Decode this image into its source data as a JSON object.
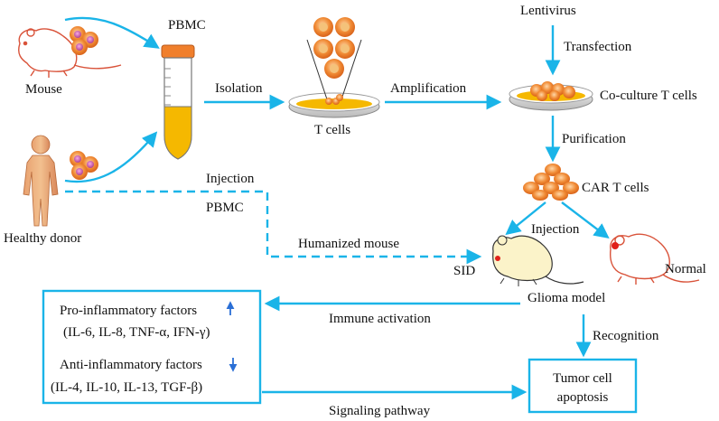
{
  "labels": {
    "pbmc": "PBMC",
    "mouse": "Mouse",
    "healthy_donor": "Healthy donor",
    "isolation": "Isolation",
    "t_cells": "T cells",
    "amplification": "Amplification",
    "lentivirus": "Lentivirus",
    "transfection": "Transfection",
    "co_culture": "Co-culture T cells",
    "purification": "Purification",
    "car_t_cells": "CAR T cells",
    "injection_left": "Injection",
    "pbmc_left": "PBMC",
    "humanized_mouse": "Humanized mouse",
    "injection_right": "Injection",
    "sid": "SID",
    "normal": "Normal",
    "glioma_model": "Glioma model",
    "immune_activation": "Immune activation",
    "recognition": "Recognition",
    "signaling_pathway": "Signaling pathway",
    "pro_inflammatory": "Pro-inflammatory factors",
    "pro_list": "(IL-6, IL-8, TNF-α, IFN-γ)",
    "anti_inflammatory": "Anti-inflammatory factors",
    "anti_list": "(IL-4, IL-10, IL-13, TGF-β)",
    "tumor_line1": "Tumor cell",
    "tumor_line2": "apoptosis"
  },
  "colors": {
    "arrow": "#1ab4e8",
    "box": "#1ab4e8",
    "up_down_arrow": "#2a6fd6",
    "cell_fill": "#f07f2c",
    "cell_inner": "#c44aa8",
    "mouse_red": "#e05a3a",
    "medium": "#f5b800"
  }
}
